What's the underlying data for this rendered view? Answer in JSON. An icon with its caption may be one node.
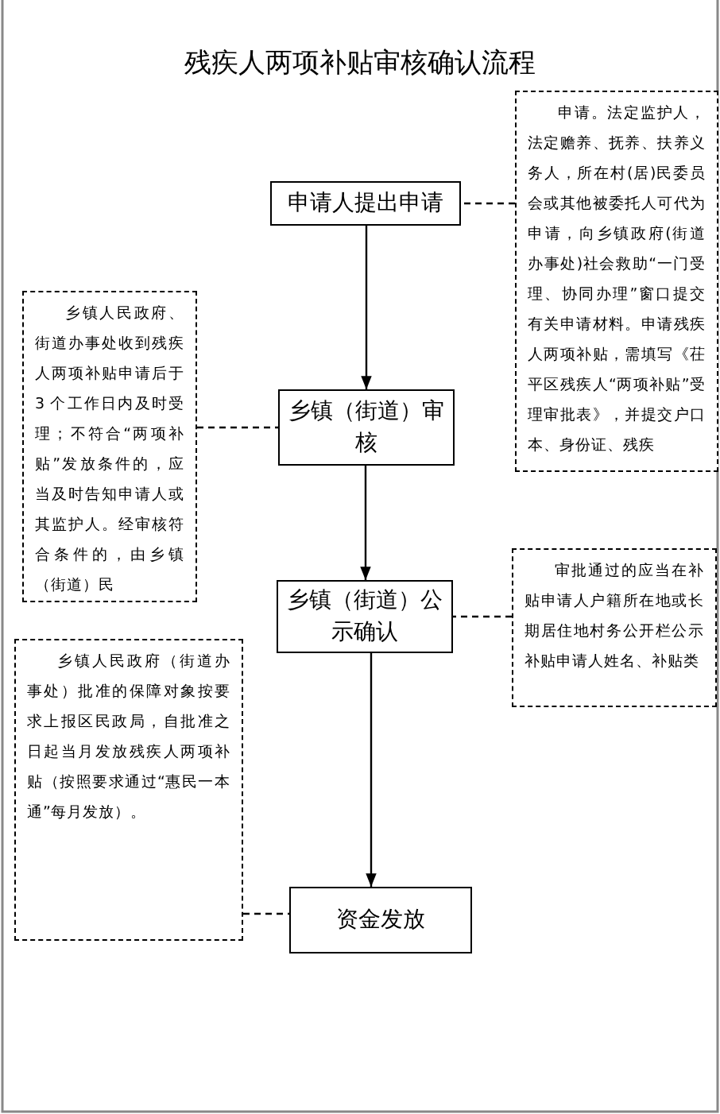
{
  "diagram": {
    "title": "残疾人两项补贴审核确认流程",
    "nodes": [
      {
        "text": [
          "申请人提出申请"
        ]
      },
      {
        "text": [
          "乡镇（街道）审核"
        ]
      },
      {
        "text": [
          "乡镇（街道）公示确认"
        ]
      },
      {
        "text": [
          "资金发放"
        ]
      },
      {
        "text": [
          "申请。法定监护人，法定赡养、抚养、扶养义务人，所在村(居)民委员会或其他被委托人可代为申请，向乡镇政府(街道办事处)社会救助“一门受理、协同办理”窗口提交有关申请材料。申请残疾人两项补贴，需填写《茌平区残疾人“两项补贴”受理审批表》，并提交户口本、身份证、残疾"
        ]
      },
      {
        "text": [
          "乡镇人民政府、街道办事处收到残疾人两项补贴申请后于3 个工作日内及时受理；不符合“两项补贴”发放条件的，应当及时告知申请人或其监护人。经审核符合条件的，由乡镇（街道）民"
        ]
      },
      {
        "text": [
          "审批通过的应当在补贴申请人户籍所在地或长期居住地村务公开栏公示补贴申请人姓名、补贴类"
        ]
      },
      {
        "text": [
          "乡镇人民政府（街道办事处）批准的保障对象按要求上报区民政局，自批准之日起当月发放残疾人两项补贴（按照要求通过“惠民一本通”每月发放）。"
        ]
      }
    ],
    "edges": [
      {
        "from": 0,
        "to": 1,
        "arrow": "to"
      },
      {
        "from": 1,
        "to": 2,
        "arrow": "to"
      },
      {
        "from": 2,
        "to": 3,
        "arrow": "to"
      },
      {
        "from": 4,
        "to": 0,
        "arrow": "none",
        "style": "dashed"
      },
      {
        "from": 5,
        "to": 1,
        "arrow": "none",
        "style": "dashed"
      },
      {
        "from": 6,
        "to": 2,
        "arrow": "none",
        "style": "dashed"
      },
      {
        "from": 7,
        "to": 3,
        "arrow": "none",
        "style": "dashed"
      }
    ]
  }
}
